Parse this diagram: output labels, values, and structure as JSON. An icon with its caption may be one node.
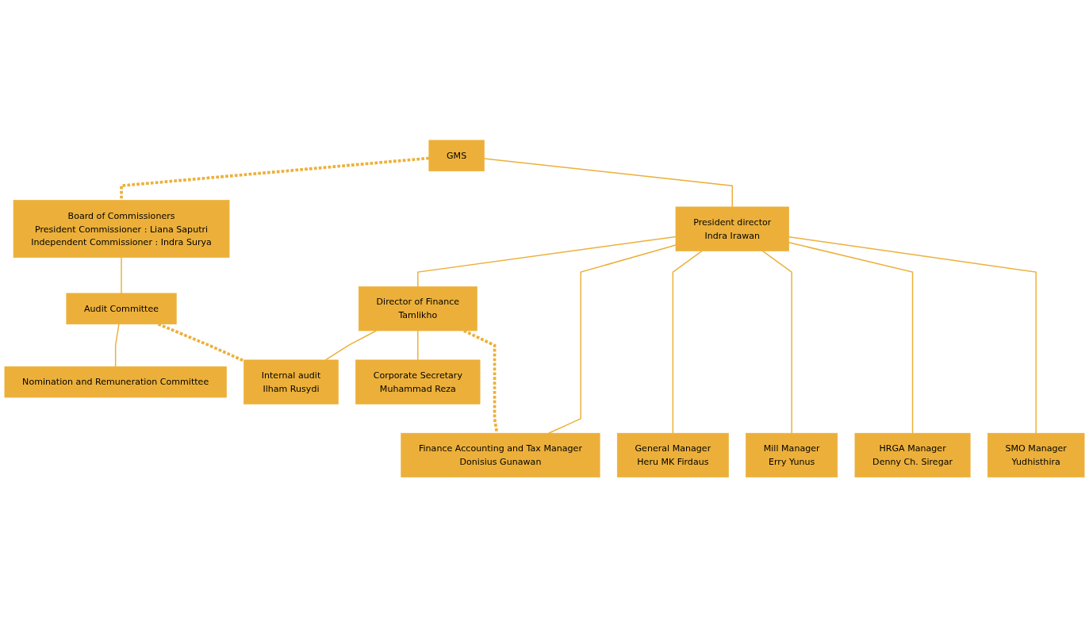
{
  "diagram": {
    "nodes": [
      {
        "text": [
          "GMS"
        ]
      },
      {
        "text": [
          "Board of Commissioners",
          "President Commissioner : Liana Saputri",
          "Independent Commissioner : Indra Surya"
        ]
      },
      {
        "text": [
          "Audit Committee"
        ]
      },
      {
        "text": [
          "President director",
          "Indra Irawan"
        ]
      },
      {
        "text": [
          "Nomination and Remuneration Committee"
        ]
      },
      {
        "text": [
          "Director of Finance",
          "Tamlikho"
        ]
      },
      {
        "text": [
          "Internal audit",
          "Ilham Rusydi"
        ]
      },
      {
        "text": [
          "Corporate Secretary",
          "Muhammad Reza"
        ]
      },
      {
        "text": [
          "Finance Accounting and Tax Manager",
          "Donisius Gunawan"
        ]
      },
      {
        "text": [
          "General Manager",
          "Heru MK Firdaus"
        ]
      },
      {
        "text": [
          "Mill Manager",
          "Erry Yunus"
        ]
      },
      {
        "text": [
          "HRGA Manager",
          "Denny Ch. Siregar"
        ]
      },
      {
        "text": [
          "SMO Manager",
          "Yudhisthira"
        ]
      }
    ],
    "edges": [
      {
        "from": 0,
        "to": 3,
        "arrow": "none"
      },
      {
        "from": 0,
        "to": 1,
        "arrow": "none",
        "style": "dashed"
      },
      {
        "from": 1,
        "to": 2,
        "arrow": "none"
      },
      {
        "from": 2,
        "to": 4,
        "arrow": "none"
      },
      {
        "from": 3,
        "to": 5,
        "arrow": "none"
      },
      {
        "from": 5,
        "to": 6,
        "arrow": "none"
      },
      {
        "from": 5,
        "to": 7,
        "arrow": "none"
      },
      {
        "from": 3,
        "to": 8,
        "arrow": "none"
      },
      {
        "from": 3,
        "to": 9,
        "arrow": "none"
      },
      {
        "from": 3,
        "to": 10,
        "arrow": "none"
      },
      {
        "from": 3,
        "to": 11,
        "arrow": "none"
      },
      {
        "from": 3,
        "to": 12,
        "arrow": "none"
      },
      {
        "from": 5,
        "to": 8,
        "arrow": "none",
        "style": "dashed"
      },
      {
        "from": 2,
        "to": 6,
        "arrow": "none",
        "style": "dashed"
      }
    ]
  }
}
